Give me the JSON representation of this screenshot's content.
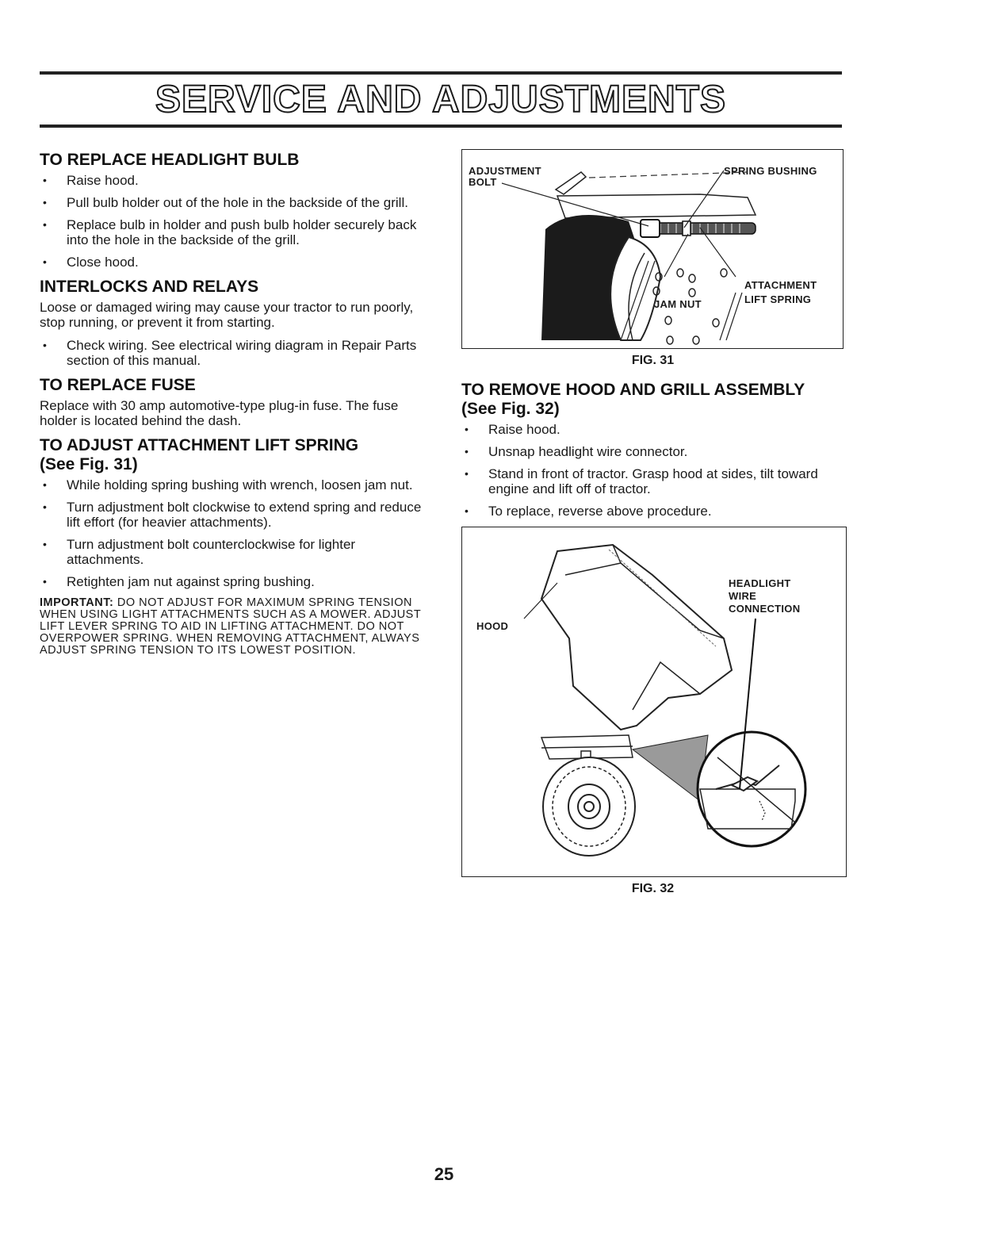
{
  "page_title": "SERVICE AND ADJUSTMENTS",
  "left": {
    "headlight": {
      "heading": "TO REPLACE HEADLIGHT BULB",
      "steps": [
        "Raise hood.",
        "Pull bulb holder out of the hole in the backside of the grill.",
        "Replace bulb in holder and push bulb holder securely back into the hole in the backside of the grill.",
        "Close hood."
      ]
    },
    "interlocks": {
      "heading": "INTERLOCKS AND RELAYS",
      "text": "Loose or damaged wiring may cause your tractor to run poorly, stop running, or prevent it from starting.",
      "steps": [
        "Check wiring. See electrical wiring diagram in Repair Parts section of this manual."
      ]
    },
    "fuse": {
      "heading": "TO REPLACE FUSE",
      "text": "Replace with 30 amp automotive-type plug-in fuse. The fuse holder is located behind the dash."
    },
    "lift_spring": {
      "heading": "TO ADJUST ATTACHMENT LIFT SPRING",
      "subheading": "(See Fig. 31)",
      "steps": [
        "While holding spring bushing with wrench, loosen jam nut.",
        "Turn adjustment bolt clockwise to extend spring and reduce lift effort (for heavier attachments).",
        "Turn adjustment bolt counterclockwise for lighter attachments.",
        "Retighten jam nut against spring bushing."
      ],
      "important_label": "IMPORTANT:",
      "important_text": "DO NOT ADJUST FOR MAXIMUM SPRING TENSION WHEN USING LIGHT ATTACHMENTS SUCH AS A MOWER. ADJUST LIFT LEVER SPRING TO AID IN LIFTING ATTACHMENT. DO NOT OVERPOWER SPRING. WHEN REMOVING ATTACHMENT, ALWAYS ADJUST SPRING TENSION TO ITS LOWEST POSITION."
    }
  },
  "right": {
    "fig31": {
      "labels": {
        "adjustment": "ADJUSTMENT",
        "bolt": "BOLT",
        "spring_bushing": "SPRING BUSHING",
        "attachment": "ATTACHMENT",
        "lift_spring": "LIFT SPRING",
        "jam_nut": "JAM NUT"
      },
      "caption": "FIG. 31"
    },
    "hood_grill": {
      "heading": "TO REMOVE HOOD AND GRILL ASSEMBLY",
      "subheading": "(See Fig. 32)",
      "steps": [
        "Raise hood.",
        "Unsnap headlight wire connector.",
        "Stand in front of tractor. Grasp hood at sides, tilt toward engine and lift off of tractor.",
        "To replace, reverse above procedure."
      ]
    },
    "fig32": {
      "labels": {
        "headlight": "HEADLIGHT",
        "wire": "WIRE",
        "connection": "CONNECTION",
        "hood": "HOOD"
      },
      "caption": "FIG. 32"
    }
  },
  "page_number": "25"
}
